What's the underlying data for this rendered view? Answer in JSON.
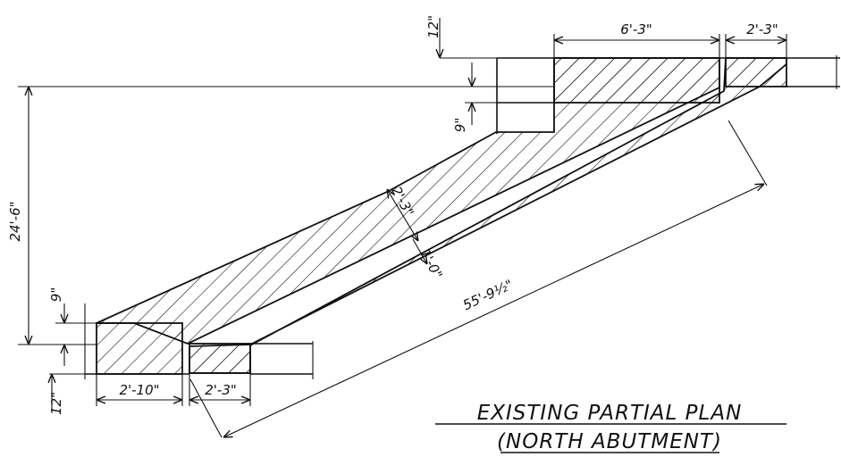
{
  "title": {
    "line1": "EXISTING PARTIAL PLAN",
    "line2": "(NORTH ABUTMENT)"
  },
  "dimensions": {
    "top_slab_thickness": "12\"",
    "top_wing_length": "6'-3\"",
    "top_curb_width": "2'-3\"",
    "top_offset": "9\"",
    "overall_height": "24'-6\"",
    "bottom_offset": "9\"",
    "bottom_slab_thickness": "12\"",
    "bottom_wing_length": "2'-10\"",
    "bottom_curb_width": "2'-3\"",
    "wall_thickness": "2'-3\"",
    "joint_gap": "1'-0\"",
    "skew_length": "55'-9½\""
  },
  "colors": {
    "ink": "#111111",
    "paper": "#ffffff"
  }
}
